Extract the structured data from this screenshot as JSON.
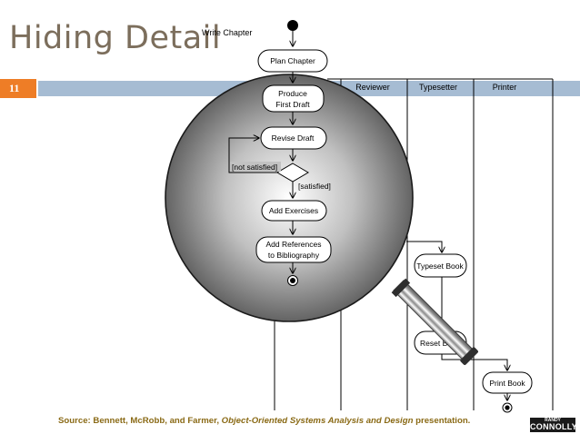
{
  "slide": {
    "title": "Hiding Detail",
    "number": "11",
    "source_prefix": "Source: Bennett, McRobb, and Farmer, ",
    "source_title": "Object-Oriented Systems Analysis and Design",
    "source_suffix": " presentation.",
    "logo_top": "RANDY",
    "logo_bottom": "CONNOLLY"
  },
  "diagram": {
    "lanes": [
      "Reviewer",
      "Typesetter",
      "Printer"
    ],
    "callout_label": "Write Chapter",
    "activities": {
      "plan": "Plan Chapter",
      "produce_1": "Produce",
      "produce_2": "First Draft",
      "revise": "Revise Draft",
      "exercises": "Add Exercises",
      "refs_1": "Add References",
      "refs_2": "to Bibliography",
      "typeset": "Typeset Book",
      "reset": "Reset Book",
      "print": "Print Book"
    },
    "guards": {
      "not_satisfied": "[not satisfied]",
      "satisfied": "[satisfied]"
    }
  },
  "colors": {
    "title": "#7c6e5c",
    "bar": "#a6bcd3",
    "badge": "#ee7d26",
    "source_text": "#8a6a16"
  }
}
